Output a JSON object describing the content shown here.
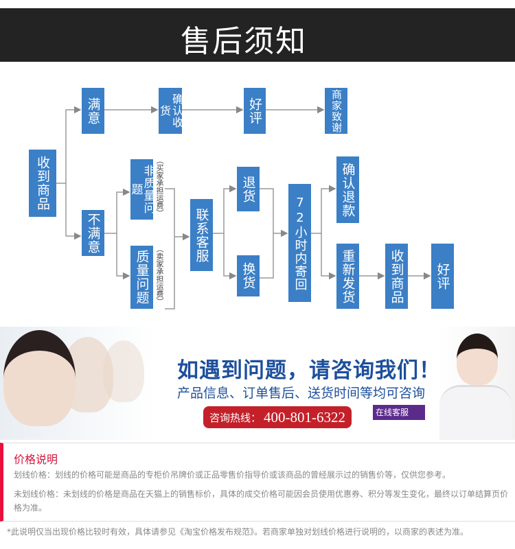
{
  "header": {
    "title": "售后须知"
  },
  "flow": {
    "received": "收到商品",
    "satisfied": "满意",
    "unsatisfied": "不满意",
    "confirm_receipt": "确认收货",
    "good_review_1": "好评",
    "merchant_thanks": "商家致谢",
    "non_quality": "非质量问题",
    "quality": "质量问题",
    "note_buyer": "（买家承担运费）",
    "note_seller": "（卖家承担运费）",
    "contact_service": "联系客服",
    "return": "退货",
    "exchange": "换货",
    "send_back": "72小时内寄回",
    "confirm_refund": "确认退款",
    "resend": "重新发货",
    "received_2": "收到商品",
    "good_review_2": "好评"
  },
  "banner": {
    "title": "如遇到问题，请咨询我们！",
    "subtitle": "产品信息、订单售后、送货时间等均可咨询",
    "hotline_label": "咨询热线：",
    "hotline_number": "400-801-6322",
    "online_service": "在线客服"
  },
  "price": {
    "title": "价格说明",
    "line1": "划线价格：划线的价格可能是商品的专柜价吊牌价或正品零售价指导价或该商品的曾经展示过的销售价等，仅供您参考。",
    "line2": "未划线价格：未划线的价格是商品在天猫上的销售标价，具体的成交价格可能因会员使用优惠券、积分等发生变化，最终以订单结算页价格为准。"
  },
  "footer": "*此说明仅当出现价格比较时有效，具体请参见《淘宝价格发布规范》。若商家单独对划线价格进行说明的，以商家的表述为准。",
  "colors": {
    "box": "#3b7fc6",
    "accent": "#e8113e",
    "header": "#232323"
  }
}
